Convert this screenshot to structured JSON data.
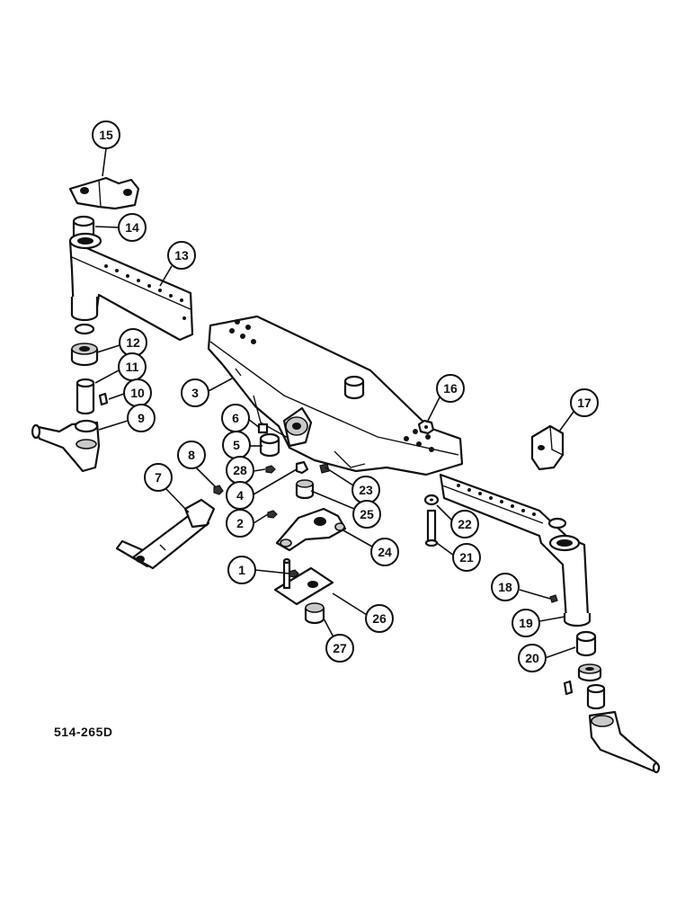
{
  "reference_code": "514-265D",
  "callouts": [
    {
      "label": "1"
    },
    {
      "label": "2"
    },
    {
      "label": "3"
    },
    {
      "label": "4"
    },
    {
      "label": "5"
    },
    {
      "label": "6"
    },
    {
      "label": "7"
    },
    {
      "label": "8"
    },
    {
      "label": "9"
    },
    {
      "label": "10"
    },
    {
      "label": "11"
    },
    {
      "label": "12"
    },
    {
      "label": "13"
    },
    {
      "label": "14"
    },
    {
      "label": "15"
    },
    {
      "label": "16"
    },
    {
      "label": "17"
    },
    {
      "label": "18"
    },
    {
      "label": "19"
    },
    {
      "label": "20"
    },
    {
      "label": "21"
    },
    {
      "label": "22"
    },
    {
      "label": "23"
    },
    {
      "label": "24"
    },
    {
      "label": "25"
    },
    {
      "label": "26"
    },
    {
      "label": "27"
    },
    {
      "label": "28"
    }
  ],
  "colors": {
    "ink": "#111111",
    "paper": "#ffffff",
    "shade": "#c9c9c9"
  }
}
